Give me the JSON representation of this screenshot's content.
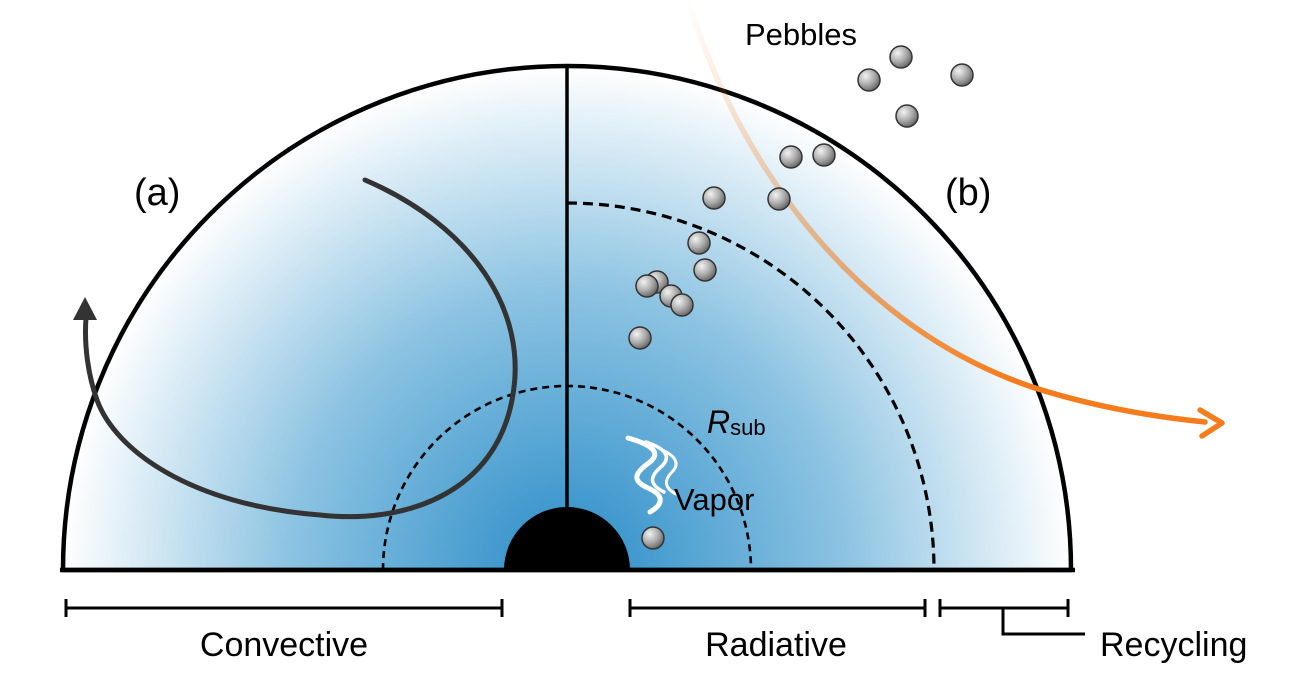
{
  "labels": {
    "panel_a": "(a)",
    "panel_b": "(b)",
    "pebbles": "Pebbles",
    "vapor": "Vapor",
    "r_sub_main": "R",
    "r_sub_subscript": "sub",
    "convective": "Convective",
    "radiative": "Radiative",
    "recycling": "Recycling"
  },
  "colors": {
    "core": "#000000",
    "gradient_center": "#2a8cc8",
    "gradient_mid": "#8cc3e2",
    "gradient_edge": "#ffffff",
    "flow_arrow": "#f47c1c",
    "convection_arrow": "#333333",
    "pebble_light": "#f2f2f2",
    "pebble_dark": "#5c5c5c"
  },
  "icons": {
    "vapor": "vapor-wisp-icon",
    "pebble": "pebble-sphere-icon"
  }
}
